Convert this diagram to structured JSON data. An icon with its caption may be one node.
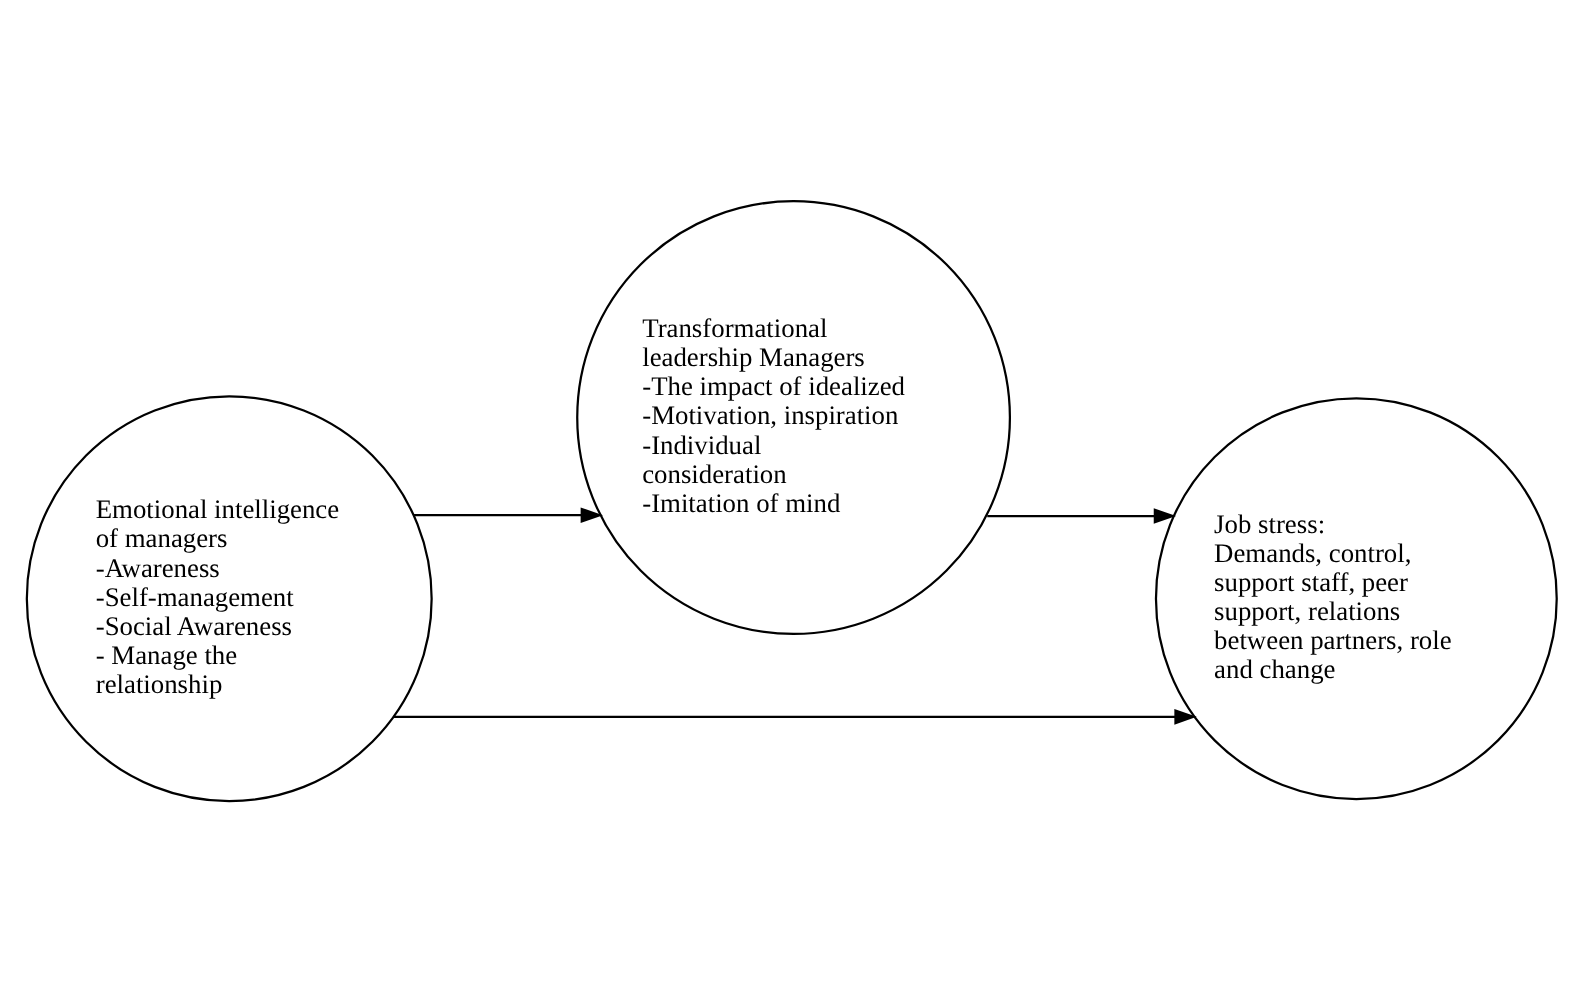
{
  "diagram": {
    "nodes": [
      {
        "text": [
          "Transformational leadership Managers",
          "-The impact of idealized",
          "-Motivation, inspiration",
          "-Individual consideration",
          "-Imitation of mind"
        ]
      },
      {
        "text": [
          "Emotional intelligence of managers",
          "-Awareness",
          "-Self-management",
          "-Social Awareness",
          "- Manage the relationship"
        ]
      },
      {
        "text": [
          "Job stress:",
          "Demands, control, support staff, peer support, relations between partners, role and change"
        ]
      }
    ],
    "edges": [
      {
        "from": 1,
        "to": 0,
        "arrow": "to"
      },
      {
        "from": 0,
        "to": 2,
        "arrow": "to"
      },
      {
        "from": 1,
        "to": 2,
        "arrow": "to"
      }
    ]
  }
}
